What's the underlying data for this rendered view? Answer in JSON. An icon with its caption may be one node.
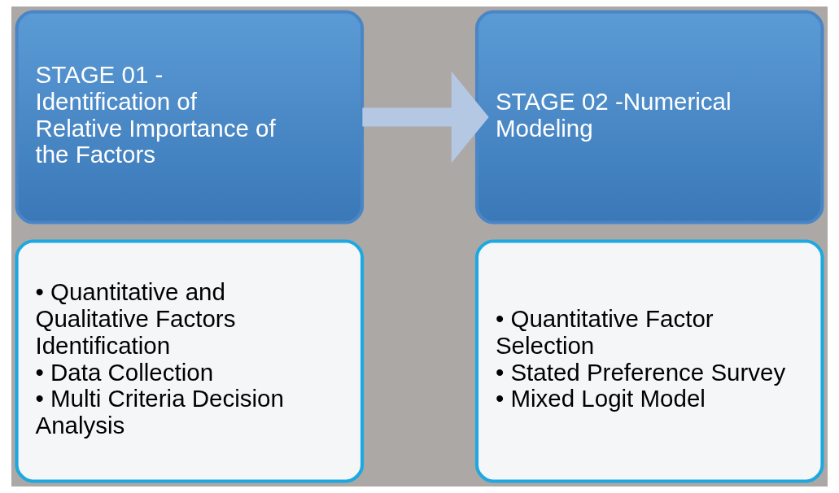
{
  "diagram": {
    "nodes": [
      {
        "text": [
          "STAGE 01 - Identification of Relative Importance of the Factors"
        ]
      },
      {
        "text": [
          "• Quantitative and Qualitative Factors Identification",
          "• Data Collection",
          "• Multi Criteria Decision Analysis"
        ]
      },
      {
        "text": [
          "STAGE 02 -Numerical Modeling"
        ]
      },
      {
        "text": [
          "• Quantitative Factor Selection",
          "• Stated Preference Survey",
          "• Mixed Logit Model"
        ]
      }
    ],
    "edges": [
      {
        "from": 0,
        "to": 2,
        "arrow": "to"
      }
    ]
  }
}
